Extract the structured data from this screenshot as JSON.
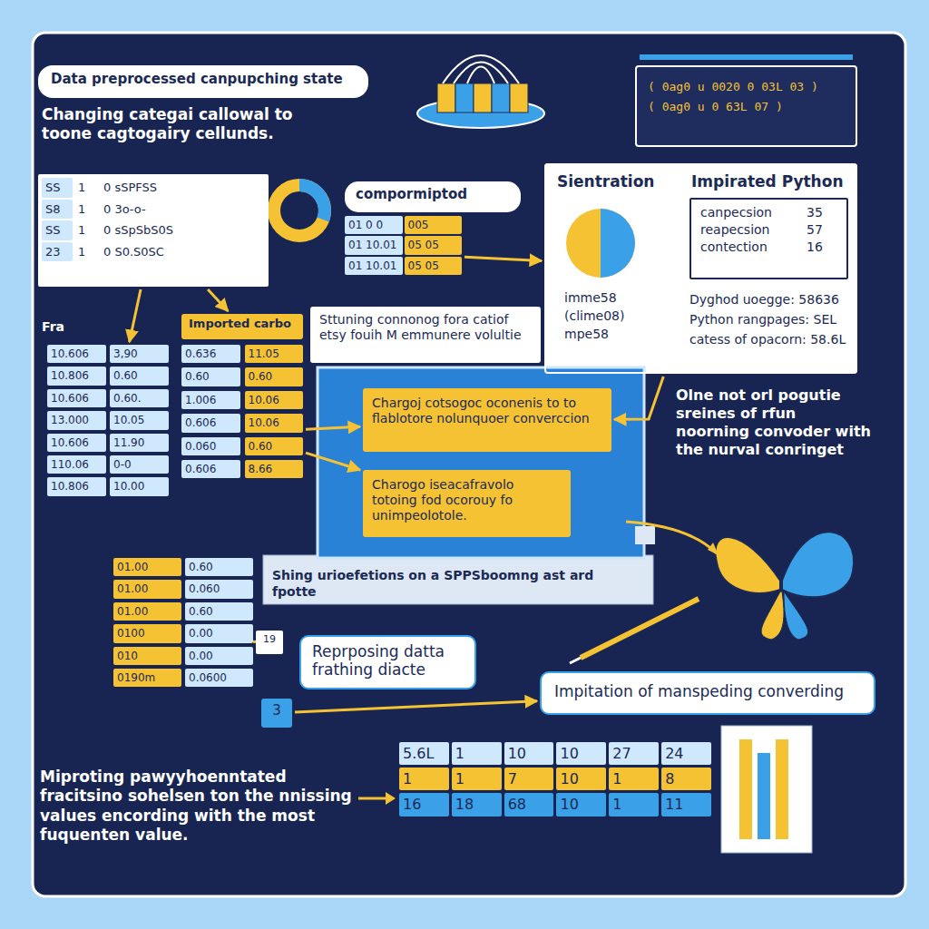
{
  "diagram": {
    "nodes": [
      {
        "text": [
          "Data preprocessed canpupching state"
        ]
      },
      {
        "text": [
          "( 0ag0 u 0020 0 03L 03 )",
          "( 0ag0 u 0 63L 07 )"
        ]
      },
      {
        "text": [
          "SS",
          "1",
          "0 sSPFSS",
          "S8",
          "1",
          "0 3o-o-",
          "SS",
          "1",
          "0 sSpSbS0S",
          "23",
          "1",
          "0 S0.S0SC"
        ]
      },
      {
        "text": [
          "compormiptod"
        ]
      },
      {
        "text": [
          "01 0 0",
          "005",
          "01 10.01",
          "05 05",
          "01 10.01",
          "05 05"
        ]
      },
      {
        "text": [
          "Sientration",
          "Impirated Python",
          "imme58",
          "(clime08)",
          "mpe58",
          "Dyghod uoegge: 58636",
          "Python rangpages: SEL",
          "catess of opacorn: 58.6L"
        ]
      },
      {
        "text": [
          "canpecsion",
          "35",
          "reapecsion",
          "57",
          "contection",
          "16"
        ],
        "in": 5
      },
      {
        "text": [
          "Imported carbo"
        ]
      },
      {
        "text": [
          "10.606",
          "3,90",
          "10.806",
          "0.60",
          "10.606",
          "0.60.",
          "13.000",
          "10.05",
          "10.606",
          "11.90",
          "110.06",
          "0-0",
          "10.806",
          "10.00"
        ]
      },
      {
        "text": [
          "0.636",
          "11.05",
          "0.60",
          "0.60",
          "1.006",
          "10.06",
          "0.606",
          "10.06",
          "0.060",
          "0.60",
          "0.606",
          "8.66"
        ]
      },
      {
        "text": [
          "Sttuning connonog fora catiof etsy fouih M emmunere volultie"
        ]
      },
      {
        "text": [
          "Chargoj cotsogoc oconenis to to flablotore nolunquoer converccion"
        ]
      },
      {
        "text": [
          "Charogo iseacafravolo totoing fod ocorouy fo unimpeolotole."
        ]
      },
      {
        "text": [
          "Reprposing datta frathing diacte"
        ]
      },
      {
        "text": [
          "3"
        ]
      },
      {
        "text": [
          "Impitation of manspeding converding"
        ]
      },
      {
        "text": [
          "19"
        ]
      },
      {
        "text": [
          "01.00",
          "0.60",
          "01.00",
          "0.060",
          "01.00",
          "0.60",
          "0100",
          "0.00",
          "010",
          "0.00",
          "0190m",
          "0.0600"
        ]
      },
      {
        "text": [
          "5.6L",
          "1",
          "10",
          "10",
          "27",
          "24",
          "1",
          "1",
          "7",
          "10",
          "1",
          "8",
          "16",
          "18",
          "68",
          "10",
          "1",
          "11"
        ]
      }
    ],
    "edges": [
      {
        "from": 2,
        "to": 8,
        "arrow": "to"
      },
      {
        "from": 2,
        "to": 7,
        "arrow": "to"
      },
      {
        "from": 4,
        "to": 5,
        "arrow": "to"
      },
      {
        "from": 9,
        "to": 11,
        "arrow": "to"
      },
      {
        "from": 9,
        "to": 12,
        "arrow": "to"
      },
      {
        "from": 5,
        "to": 11,
        "arrow": "to"
      },
      {
        "from": 17,
        "to": 16,
        "arrow": "none"
      },
      {
        "from": 14,
        "to": 15,
        "arrow": "to"
      }
    ],
    "labels": [
      "Changing categai callowal to toone cagtogairy cellunds.",
      "Fra",
      "Shing urioefetions on a SPPSboomng ast ard fpotte",
      "Olne not orl pogutie sreines of rfun noorning convoder with the nurval conringet",
      "Miproting pawyyhoenntated fracitsino sohelsen ton the nnissing values encording with the most fuquenten value."
    ]
  }
}
